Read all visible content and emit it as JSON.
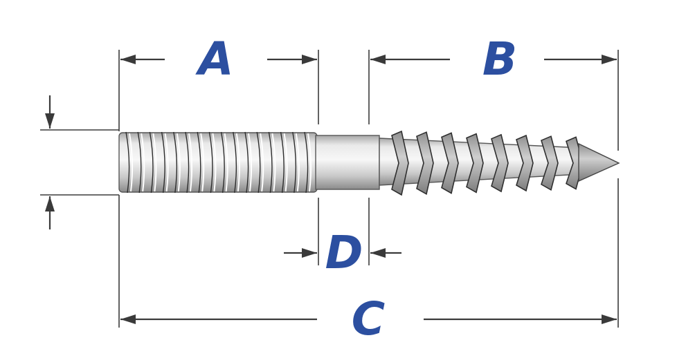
{
  "labels": {
    "a": "A",
    "b": "B",
    "c": "C",
    "d": "D"
  },
  "colors": {
    "label": "#2c4fa0",
    "line": "#3a3a3a",
    "metal_light": "#f2f2f2",
    "metal_mid": "#cfcfcf",
    "metal_dark": "#8e8e8e"
  }
}
